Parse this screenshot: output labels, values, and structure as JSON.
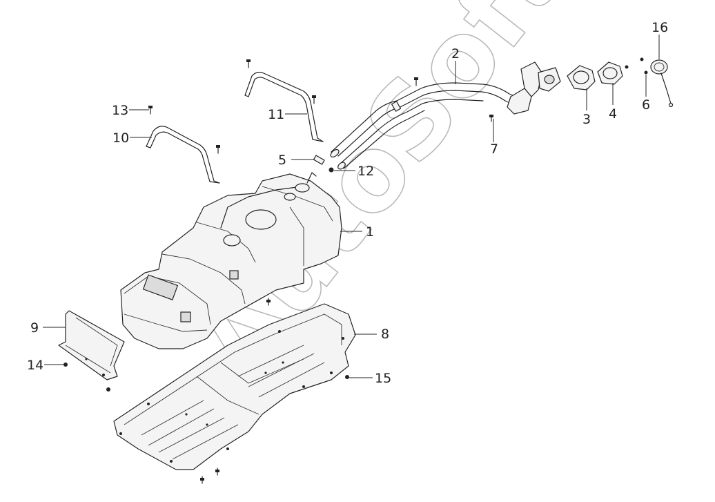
{
  "watermark": "AutoSoft",
  "callouts": [
    {
      "id": "1",
      "label": "1"
    },
    {
      "id": "2",
      "label": "2"
    },
    {
      "id": "3",
      "label": "3"
    },
    {
      "id": "4",
      "label": "4"
    },
    {
      "id": "5",
      "label": "5"
    },
    {
      "id": "6",
      "label": "6"
    },
    {
      "id": "7",
      "label": "7"
    },
    {
      "id": "8",
      "label": "8"
    },
    {
      "id": "9",
      "label": "9"
    },
    {
      "id": "10",
      "label": "10"
    },
    {
      "id": "11",
      "label": "11"
    },
    {
      "id": "12",
      "label": "12"
    },
    {
      "id": "13",
      "label": "13"
    },
    {
      "id": "14",
      "label": "14"
    },
    {
      "id": "15",
      "label": "15"
    },
    {
      "id": "16",
      "label": "16"
    }
  ]
}
